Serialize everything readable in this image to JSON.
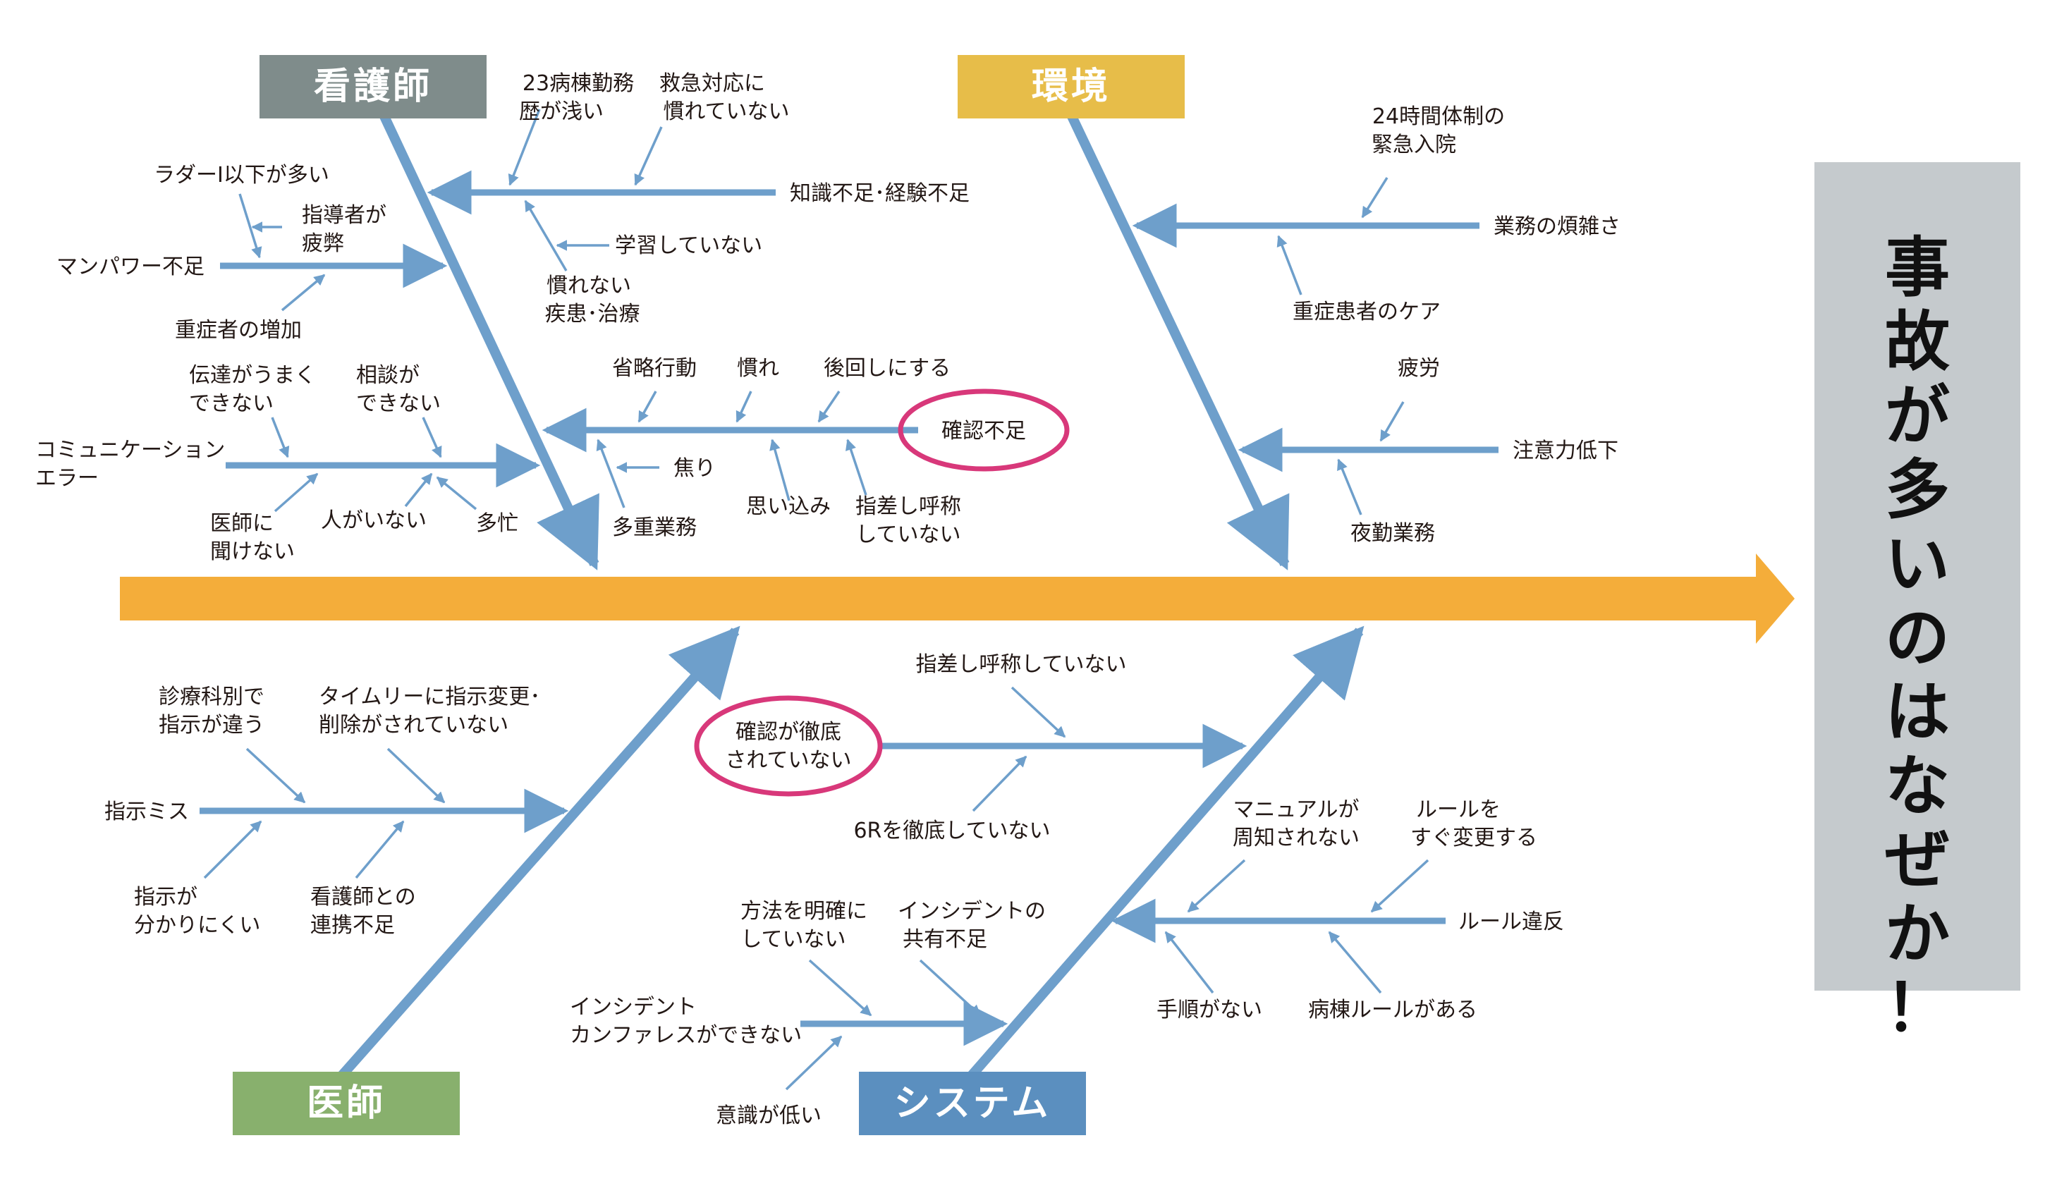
{
  "head": {
    "text": "事故が多いのはなぜか！"
  },
  "categories": {
    "nurse": "看護師",
    "env": "環境",
    "doctor": "医師",
    "system": "システム"
  },
  "nurse": {
    "knowledge": {
      "label": "知識不足･経験不足",
      "a1": "23病棟勤務",
      "a2": "歴が浅い",
      "b1": "救急対応に",
      "b2": "慣れていない",
      "c": "学習していない",
      "d1": "慣れない",
      "d2": "疾患･治療"
    },
    "manpower": {
      "label": "マンパワー不足",
      "a": "ラダーⅠ以下が多い",
      "b1": "指導者が",
      "b2": "疲弊",
      "c": "重症者の増加"
    },
    "comm": {
      "label1": "コミュニケーション",
      "label2": "エラー",
      "a1": "伝達がうまく",
      "a2": "できない",
      "b1": "相談が",
      "b2": "できない",
      "c1": "医師に",
      "c2": "聞けない",
      "d": "人がいない",
      "e": "多忙"
    },
    "check": {
      "label": "確認不足",
      "a": "省略行動",
      "b": "慣れ",
      "c": "後回しにする",
      "d": "焦り",
      "e": "多重業務",
      "f": "思い込み",
      "g1": "指差し呼称",
      "g2": "していない"
    }
  },
  "env": {
    "busy": {
      "label": "業務の煩雑さ",
      "a1": "24時間体制の",
      "a2": "緊急入院",
      "b": "重症患者のケア"
    },
    "attention": {
      "label": "注意力低下",
      "a": "疲労",
      "b": "夜勤業務"
    }
  },
  "doctor": {
    "order": {
      "label": "指示ミス",
      "a1": "診療科別で",
      "a2": "指示が違う",
      "b1": "タイムリーに指示変更･",
      "b2": "削除がされていない",
      "c1": "指示が",
      "c2": "分かりにくい",
      "d1": "看護師との",
      "d2": "連携不足"
    }
  },
  "system": {
    "check": {
      "label1": "確認が徹底",
      "label2": "されていない",
      "a": "指差し呼称していない",
      "b": "6Rを徹底していない"
    },
    "conf": {
      "label1": "インシデント",
      "label2": "カンファレスができない",
      "a1": "方法を明確に",
      "a2": "していない",
      "b1": "インシデントの",
      "b2": "共有不足",
      "c": "意識が低い"
    },
    "rule": {
      "label": "ルール違反",
      "a1": "マニュアルが",
      "a2": "周知されない",
      "b1": "ルールを",
      "b2": "すぐ変更する",
      "c": "手順がない",
      "d": "病棟ルールがある"
    }
  },
  "colors": {
    "spine": "#f4ad3a",
    "bone": "#6e9fcb",
    "nurse": "#7f8c8b",
    "env": "#e7bd49",
    "doctor": "#88b06d",
    "system": "#5b8fbf",
    "headbox": "#c5cacd",
    "circle": "#d8387a"
  }
}
